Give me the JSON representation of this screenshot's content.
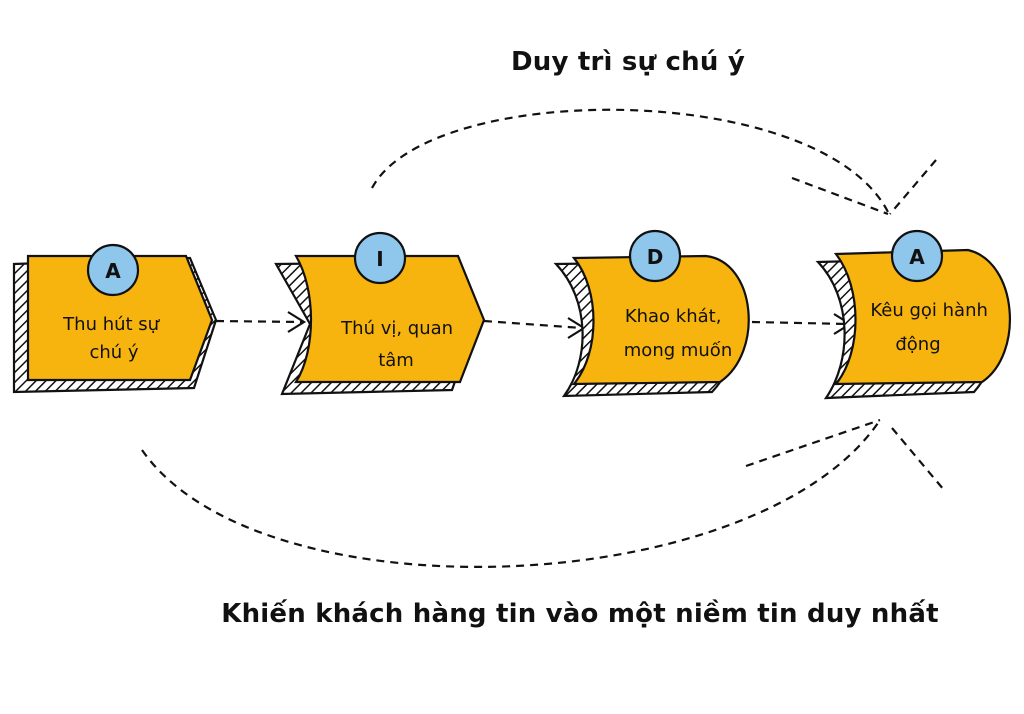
{
  "top_caption": "Duy trì sự chú ý",
  "bottom_caption": "Khiến khách hàng tin vào một niềm tin duy nhất",
  "colors": {
    "step_fill": "#F7B30E",
    "badge_fill": "#8EC6EC",
    "ink": "#111111"
  },
  "steps": [
    {
      "letter": "A",
      "lines": [
        "Thu hút sự",
        "chú ý"
      ]
    },
    {
      "letter": "I",
      "lines": [
        "Thú vị, quan",
        "tâm"
      ]
    },
    {
      "letter": "D",
      "lines": [
        "Khao khát,",
        "mong muốn"
      ]
    },
    {
      "letter": "A",
      "lines": [
        "Kêu gọi hành",
        "động"
      ]
    }
  ]
}
